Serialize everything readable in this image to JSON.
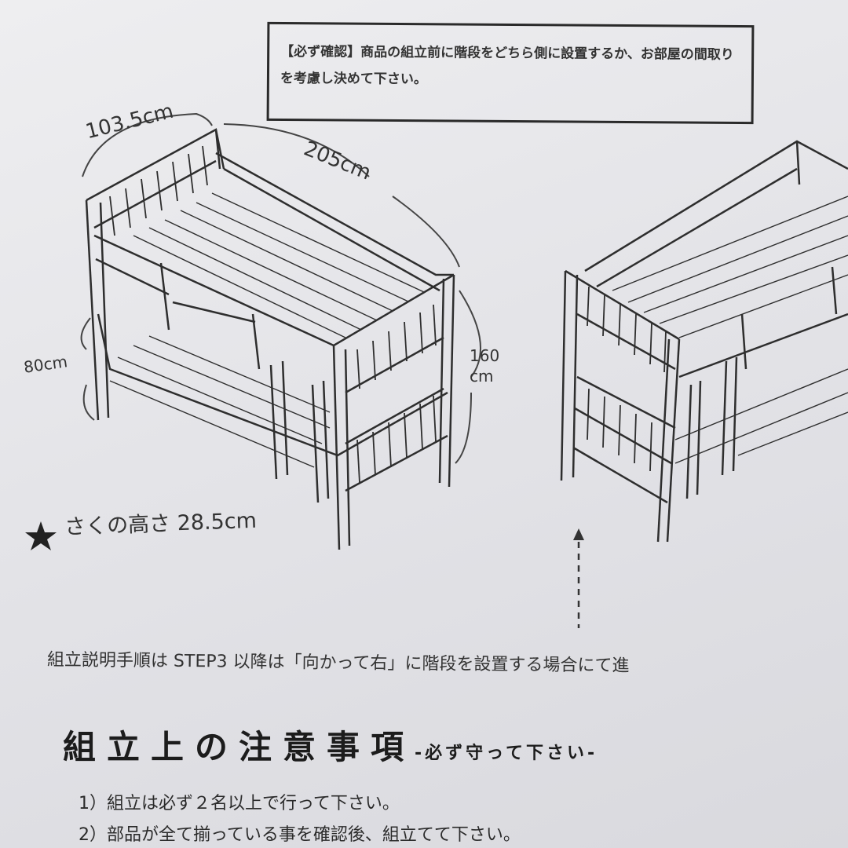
{
  "notice": {
    "text": "【必ず確認】商品の組立前に階段をどちら側に設置するか、お部屋の間取りを考慮し決めて下さい。"
  },
  "annotations": {
    "width": "103.5cm",
    "length": "205cm",
    "lower_height": "80cm",
    "total_height": "160 cm",
    "rail_height": "さくの高さ 28.5cm",
    "star_icon": "star"
  },
  "instruction_line": "組立説明手順は STEP3 以降は「向かって右」に階段を設置する場合にて進",
  "section": {
    "title": "組立上の注意事項",
    "subtitle": "-必ず守って下さい-",
    "items": [
      "1）組立は必ず２名以上で行って下さい。",
      "2）部品が全て揃っている事を確認後、組立てて下さい。"
    ]
  }
}
